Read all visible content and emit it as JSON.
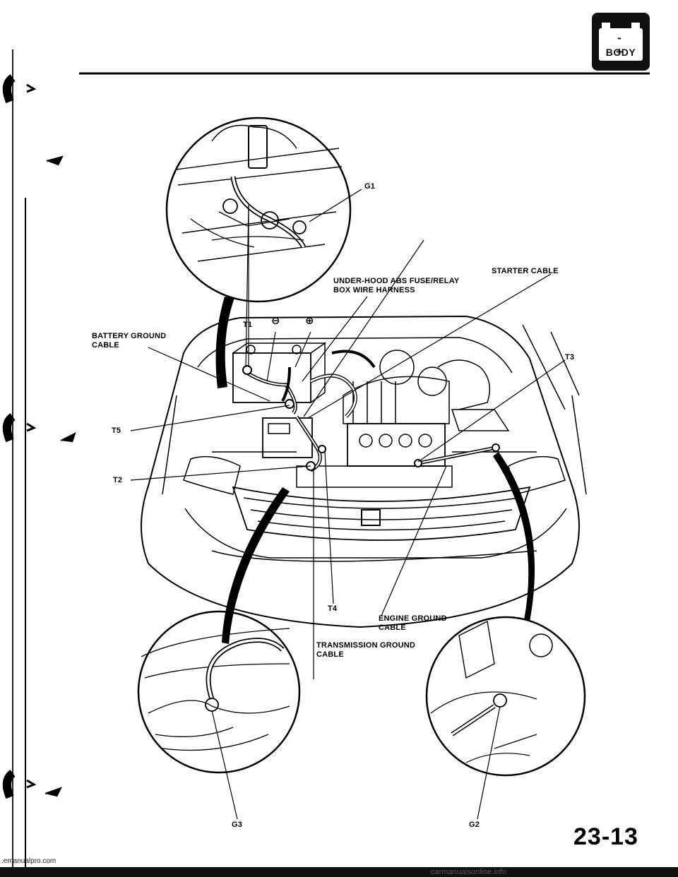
{
  "badge": {
    "minus": "-",
    "plus": "+",
    "word": "BODY"
  },
  "labels": {
    "g1": "G1",
    "starter_cable": "STARTER CABLE",
    "abs_harness_line1": "UNDER-HOOD ABS FUSE/RELAY",
    "abs_harness_line2": "BOX WIRE HARNESS",
    "t1": "T1",
    "battery_ground_line1": "BATTERY GROUND",
    "battery_ground_line2": "CABLE",
    "t3": "T3",
    "t5": "T5",
    "t2": "T2",
    "t4": "T4",
    "engine_ground_line1": "ENGINE GROUND",
    "engine_ground_line2": "CABLE",
    "trans_ground_line1": "TRANSMISSION GROUND",
    "trans_ground_line2": "CABLE",
    "g3": "G3",
    "g2": "G2",
    "minus_symbol": "⊖",
    "plus_symbol": "⊕"
  },
  "footer": {
    "page_number": "23-13",
    "url": ".emanualpro.com",
    "watermark": "carmanualsonline.info"
  }
}
